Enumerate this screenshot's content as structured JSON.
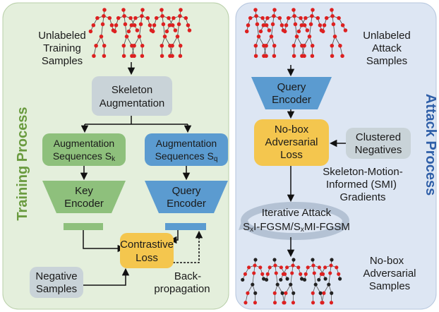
{
  "colors": {
    "training_panel": "#e4efdc",
    "attack_panel": "#dde6f3",
    "training_title": "#6a9b3f",
    "attack_title": "#2f5fa8",
    "green_block": "#8ec07c",
    "blue_block": "#5b9bd0",
    "gray_block": "#c9d3d8",
    "yellow_block": "#f4c64e",
    "skeleton_red": "#dd2020"
  },
  "training": {
    "title": "Training Process",
    "unlabeled": [
      "Unlabeled",
      "Training",
      "Samples"
    ],
    "skeleton_aug": [
      "Skeleton",
      "Augmentation"
    ],
    "aug_k": [
      "Augmentation",
      "Sequences S",
      "k"
    ],
    "aug_q": [
      "Augmentation",
      "Sequences S",
      "q"
    ],
    "key_encoder": [
      "Key",
      "Encoder"
    ],
    "query_encoder": [
      "Query",
      "Encoder"
    ],
    "contrastive": [
      "Contrastive",
      "Loss"
    ],
    "negatives": [
      "Negative",
      "Samples"
    ],
    "backprop": [
      "Back-",
      "propagation"
    ]
  },
  "attack": {
    "title": "Attack Process",
    "unlabeled": [
      "Unlabeled",
      "Attack",
      "Samples"
    ],
    "query_encoder": [
      "Query",
      "Encoder"
    ],
    "nobox_loss": [
      "No-box",
      "Adversarial",
      "Loss"
    ],
    "clustered": [
      "Clustered",
      "Negatives"
    ],
    "smi": [
      "Skeleton-Motion-",
      "Informed (SMI)",
      "Gradients"
    ],
    "iterative_title": "Iterative Attack",
    "iter_s1": "S",
    "iter_x1": "x",
    "iter_mid": "I-FGSM/S",
    "iter_x2": "x",
    "iter_end": "MI-FGSM",
    "output": [
      "No-box",
      "Adversarial",
      "Samples"
    ]
  }
}
